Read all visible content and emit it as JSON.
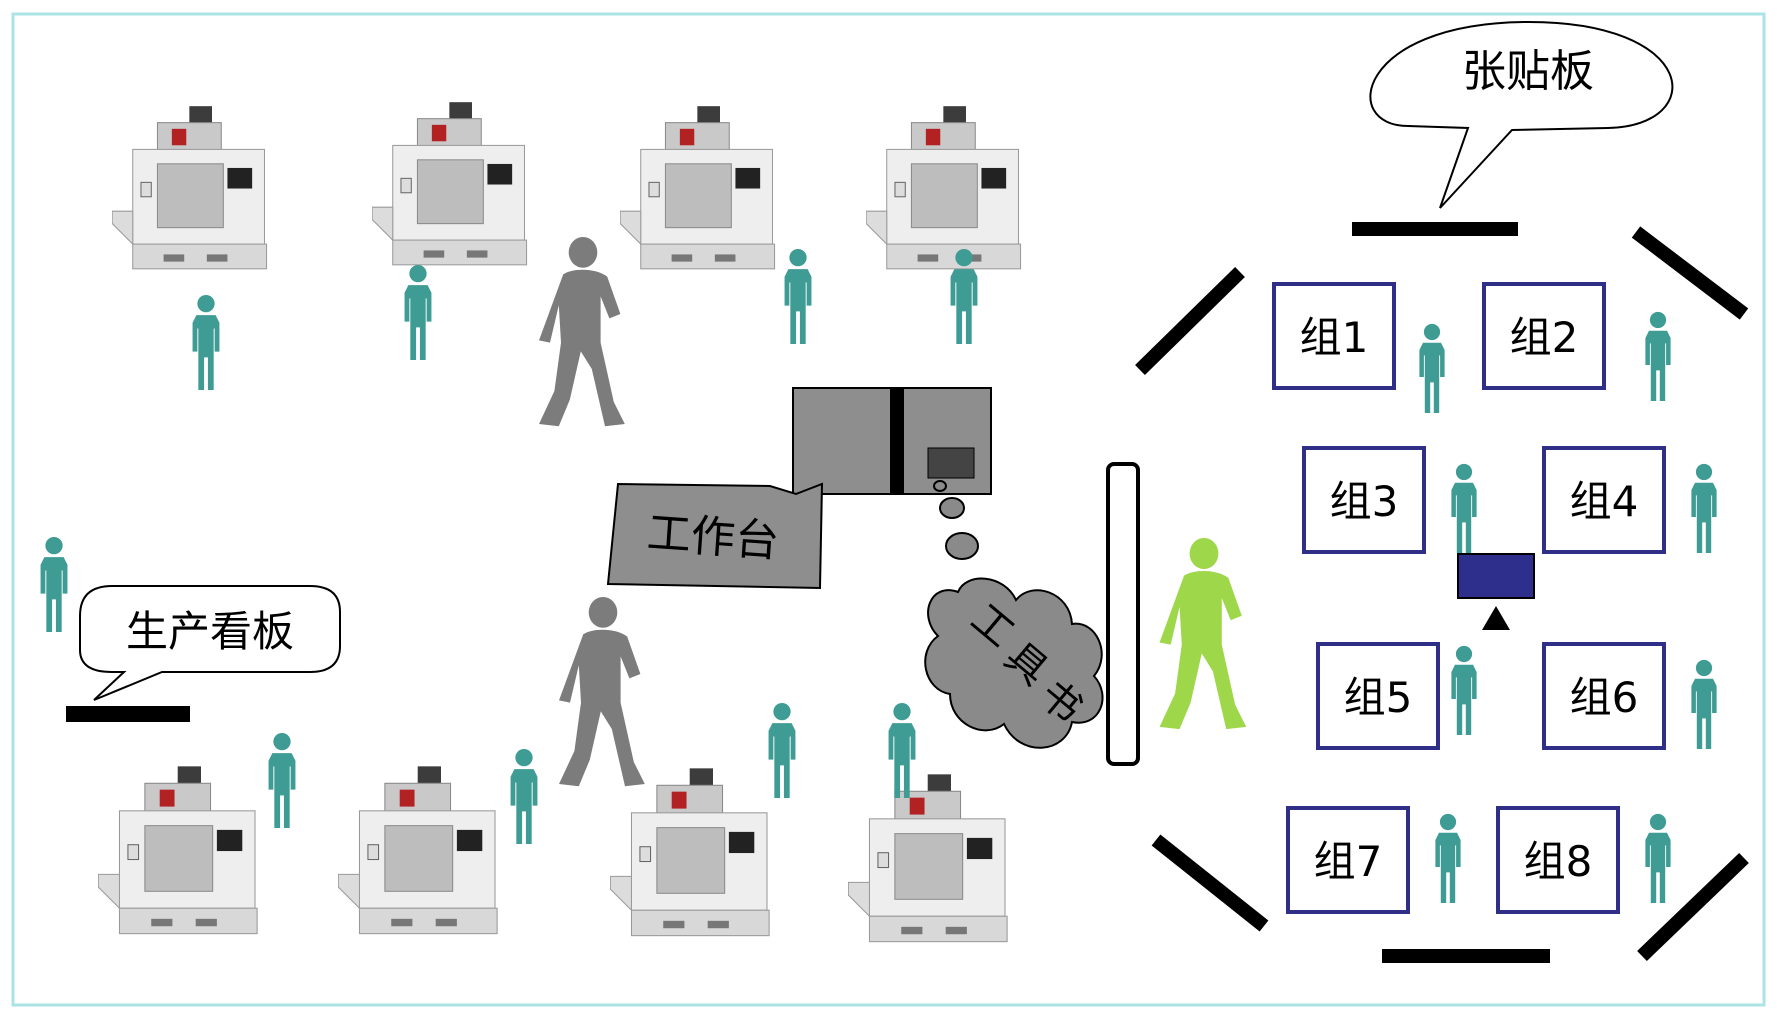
{
  "labels": {
    "bulletin_board": "张贴板",
    "production_board": "生产看板",
    "workbench": "工作台",
    "toolbook": [
      "工",
      "具",
      "书"
    ]
  },
  "groups": [
    "组1",
    "组2",
    "组3",
    "组4",
    "组5",
    "组6",
    "组7",
    "组8"
  ],
  "colors": {
    "frame": "#aee3e6",
    "worker_teal": "#3e9c94",
    "silhouette_gray": "#7c7c7c",
    "highlight_green": "#9ed84a",
    "group_border": "#2f2f88",
    "projector": "#2e2e8c",
    "bench_gray": "#8e8e8e",
    "cloud_gray": "#8a8a8a"
  },
  "icons": {
    "machine": "cnc-machine-icon",
    "worker": "worker-figure-icon",
    "silhouette": "walking-person-silhouette-icon"
  }
}
